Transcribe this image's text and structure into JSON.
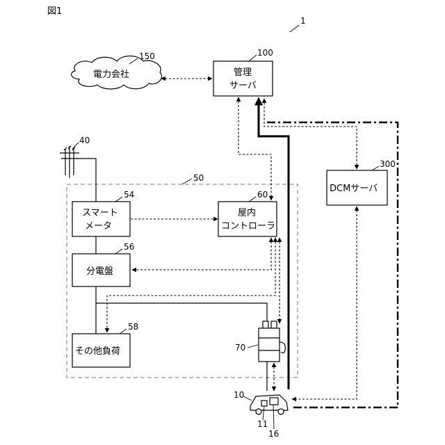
{
  "figure_label": "図1",
  "refs": {
    "system": "1",
    "power_company": "150",
    "management_server": "100",
    "pole": "40",
    "home_group": "50",
    "smart_meter": "54",
    "indoor_controller": "60",
    "dcm_server": "300",
    "distribution_board": "56",
    "other_loads": "58",
    "charger": "70",
    "vehicle": "10",
    "vehicle_part_11": "11",
    "vehicle_part_16": "16"
  },
  "labels": {
    "power_company": "電力会社",
    "management_server_l1": "管理",
    "management_server_l2": "サーバ",
    "smart_meter_l1": "スマート",
    "smart_meter_l2": "メータ",
    "indoor_controller_l1": "屋内",
    "indoor_controller_l2": "コントローラ",
    "dcm_server": "DCMサーバ",
    "distribution_board": "分電盤",
    "other_loads": "その他負荷"
  }
}
